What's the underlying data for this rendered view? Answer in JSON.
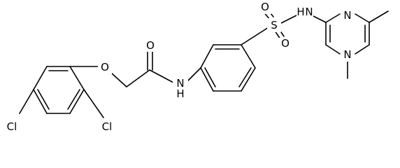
{
  "molecule": {
    "atoms": [
      {
        "id": "O1",
        "symbol": "O"
      },
      {
        "id": "O2",
        "symbol": "O"
      },
      {
        "id": "N1",
        "symbol": "N",
        "label": "H"
      },
      {
        "id": "S1",
        "symbol": "S"
      },
      {
        "id": "O3",
        "symbol": "O"
      },
      {
        "id": "O4",
        "symbol": "O"
      },
      {
        "id": "N2",
        "symbol": "N",
        "label": "H"
      },
      {
        "id": "N3",
        "symbol": "N"
      },
      {
        "id": "N4",
        "symbol": "N"
      },
      {
        "id": "Cl1",
        "symbol": "Cl"
      },
      {
        "id": "Cl2",
        "symbol": "Cl"
      }
    ]
  }
}
